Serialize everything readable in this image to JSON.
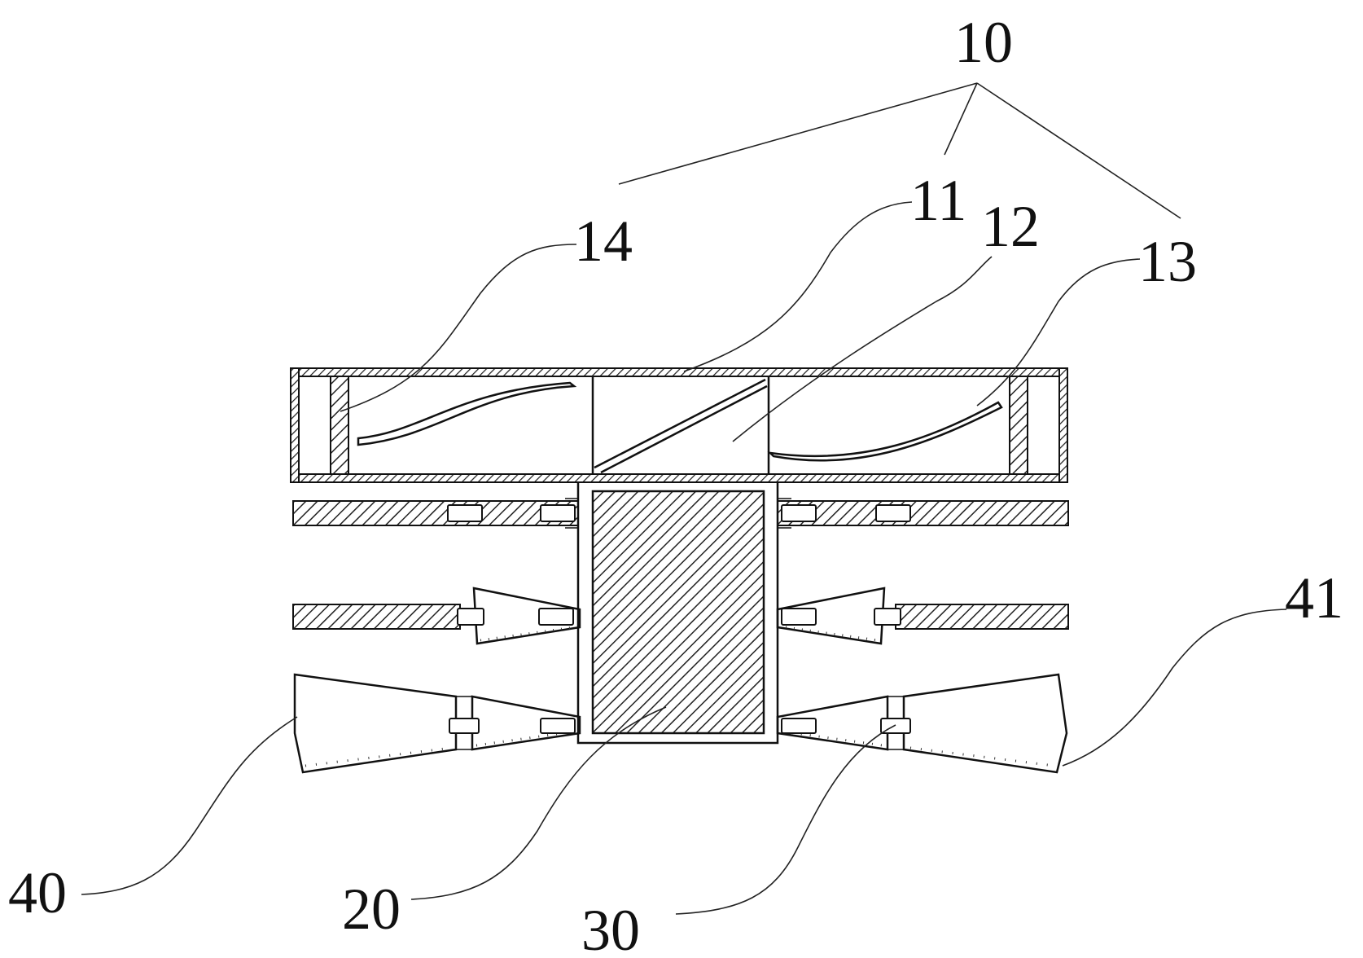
{
  "figure": {
    "labels": {
      "l10": "10",
      "l11": "11",
      "l12": "12",
      "l13": "13",
      "l14": "14",
      "l20": "20",
      "l30": "30",
      "l40": "40",
      "l41": "41"
    },
    "colors": {
      "line": "#111111",
      "hatch": "#222222",
      "background": "#ffffff"
    }
  }
}
